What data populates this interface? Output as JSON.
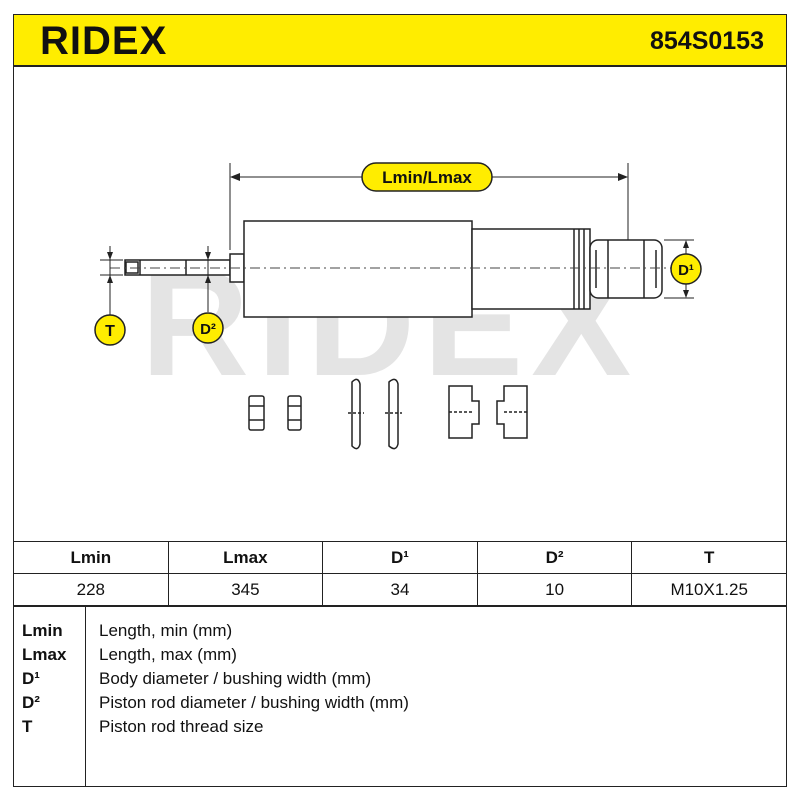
{
  "header": {
    "brand": "RIDEX",
    "part_number": "854S0153"
  },
  "drawing": {
    "watermark": "RIDEX",
    "labels": {
      "length": "Lmin/Lmax",
      "d1": "D¹",
      "d2": "D²",
      "t": "T"
    }
  },
  "spec_table": {
    "headers": [
      "Lmin",
      "Lmax",
      "D¹",
      "D²",
      "T"
    ],
    "values": [
      "228",
      "345",
      "34",
      "10",
      "M10X1.25"
    ]
  },
  "legend": [
    {
      "key": "Lmin",
      "description": "Length, min (mm)"
    },
    {
      "key": "Lmax",
      "description": "Length, max (mm)"
    },
    {
      "key": "D¹",
      "description": "Body diameter / bushing width (mm)"
    },
    {
      "key": "D²",
      "description": "Piston rod diameter / bushing width (mm)"
    },
    {
      "key": "T",
      "description": "Piston rod thread size"
    }
  ],
  "colors": {
    "accent": "#ffed00",
    "line": "#222222",
    "watermark": "#e4e4e4"
  }
}
